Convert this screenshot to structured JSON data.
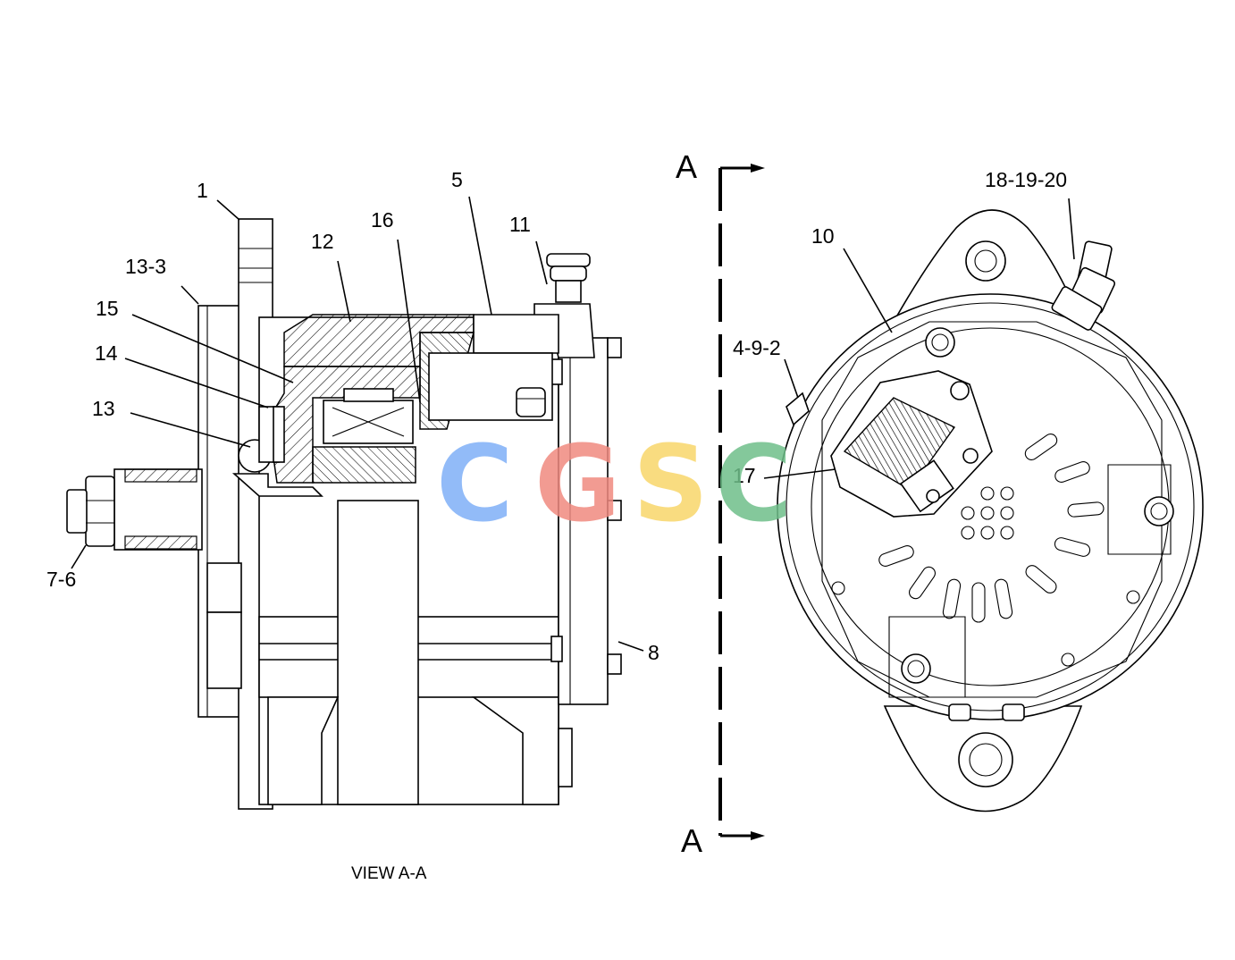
{
  "callouts": {
    "c1": "1",
    "c13_3": "13-3",
    "c15": "15",
    "c14": "14",
    "c13": "13",
    "c12": "12",
    "c16": "16",
    "c5": "5",
    "c11": "11",
    "c7_6": "7-6",
    "c8": "8",
    "c10": "10",
    "c18_19_20": "18-19-20",
    "c4_9_2": "4-9-2",
    "c17": "17"
  },
  "section": {
    "top_label": "A",
    "bottom_label": "A"
  },
  "caption": "VIEW A-A",
  "watermark": {
    "letters": [
      "C",
      "G",
      "S",
      "C"
    ],
    "colors": [
      "#7fb0f7",
      "#f08a80",
      "#f8d66a",
      "#6fbf8a"
    ]
  }
}
